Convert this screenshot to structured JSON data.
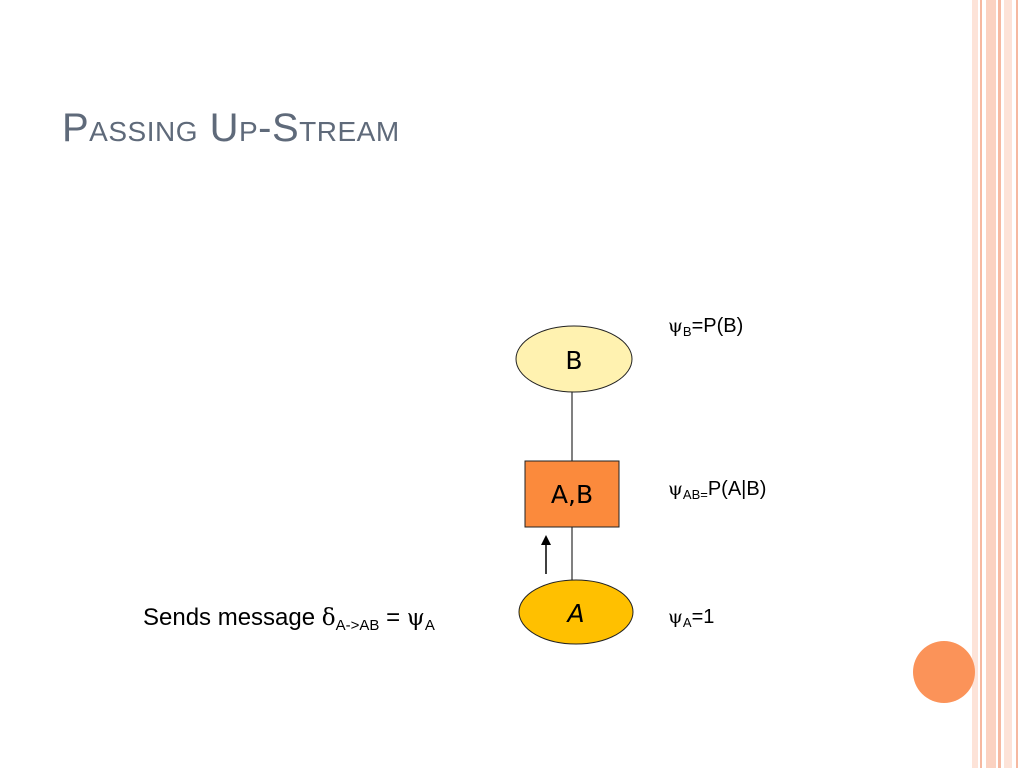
{
  "slide": {
    "title": "Passing Up-Stream"
  },
  "nodes": {
    "b": {
      "label": "B"
    },
    "ab": {
      "label": "A,B"
    },
    "a": {
      "label": "A"
    }
  },
  "potentials": {
    "b": {
      "symbol": "ψ",
      "sub": "B",
      "rest": "=P(B)"
    },
    "ab": {
      "symbol": "ψ",
      "sub": "AB=",
      "rest": "P(A|B)"
    },
    "a": {
      "symbol": "ψ",
      "sub": "A",
      "rest": "=1"
    }
  },
  "message": {
    "prefix": "Sends message ",
    "delta": "δ",
    "delta_sub": "A->AB",
    "equals": " = ",
    "psi": "ψ",
    "psi_sub": "A"
  },
  "colors": {
    "title": "#5f6a7a",
    "node_b_fill": "#fff2b0",
    "node_ab_fill": "#fb8a3c",
    "node_a_fill": "#ffc000",
    "accent_circle": "#fb9359",
    "stripe": "#f6b8a0"
  }
}
